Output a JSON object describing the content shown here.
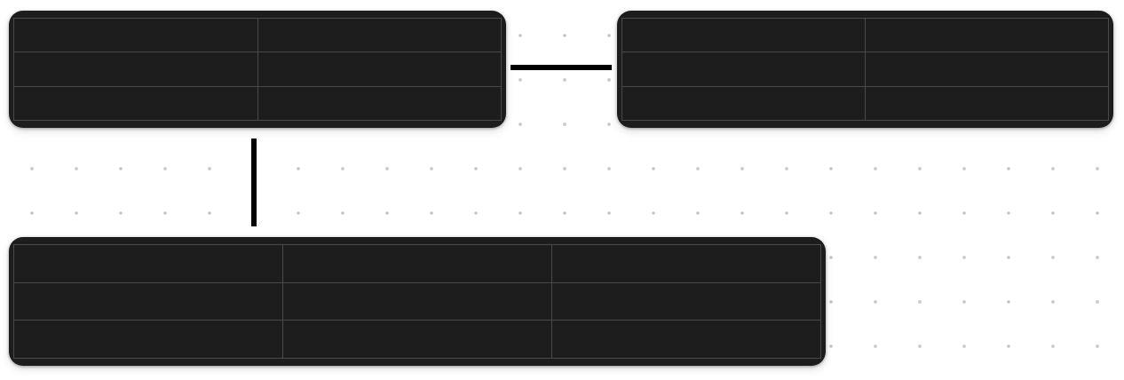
{
  "canvas": {
    "background": "#ffffff",
    "dot_color": "#c9c9c9"
  },
  "tables": [
    {
      "id": "top-left",
      "rows": [
        [
          "",
          ""
        ],
        [
          "",
          ""
        ],
        [
          "",
          ""
        ]
      ]
    },
    {
      "id": "top-right",
      "rows": [
        [
          "",
          ""
        ],
        [
          "",
          ""
        ],
        [
          "",
          ""
        ]
      ]
    },
    {
      "id": "bottom",
      "rows": [
        [
          "",
          "",
          ""
        ],
        [
          "",
          "",
          ""
        ],
        [
          "",
          "",
          ""
        ]
      ]
    }
  ],
  "colors": {
    "card_fill": "#1d1d1d",
    "cell_border": "#4a4a4a",
    "connector": "#000000"
  }
}
